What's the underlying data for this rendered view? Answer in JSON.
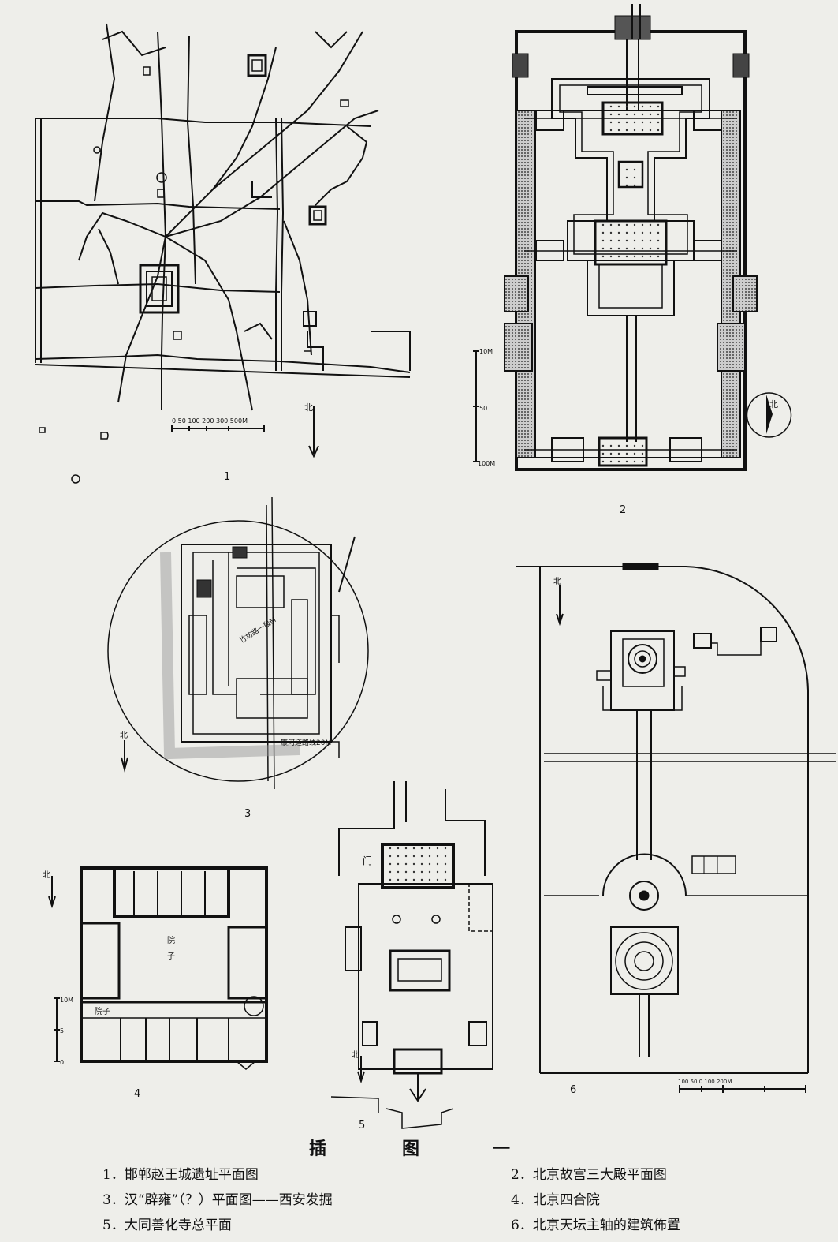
{
  "plate": {
    "title_chars": [
      "插",
      "图",
      "一"
    ]
  },
  "figures": [
    {
      "num": "1",
      "scale": "0 50 100  200  300  500M",
      "north": "北"
    },
    {
      "num": "2",
      "scale_top": "10M",
      "scale_mid": "50",
      "scale_bottom": "100M",
      "north": "北"
    },
    {
      "num": "3",
      "label_a": "竹坊路一段M",
      "label_b": "康河道路线20M",
      "north": "北"
    },
    {
      "num": "4",
      "label_court": "院",
      "label_court2": "子",
      "label_side": "院子",
      "scale_top": "10M",
      "scale_mid": "5",
      "scale_bottom": "0",
      "north": "北"
    },
    {
      "num": "5",
      "label_gate": "门",
      "north": "北"
    },
    {
      "num": "6",
      "scale": "100 50  0     100    200M",
      "north": "北"
    }
  ],
  "captions": [
    {
      "text": "1．邯郸赵王城遗址平面图"
    },
    {
      "text": "2．北京故宫三大殿平面图"
    },
    {
      "text": "3．汉“辟雍”（？）平面图——西安发掘"
    },
    {
      "text": "4．北京四合院"
    },
    {
      "text": "5．大同善化寺总平面"
    },
    {
      "text": "6．北京天坛主轴的建筑佈置"
    }
  ]
}
